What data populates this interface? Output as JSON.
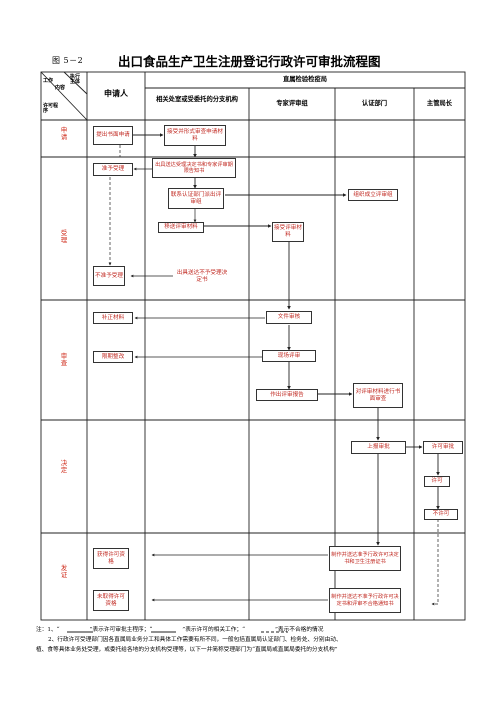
{
  "figure_no": "图 5－2",
  "title": "出口食品生产卫生注册登记行政许可审批流程图",
  "header": {
    "corner_work": "工作",
    "corner_content": "内容",
    "corner_executor": "执行主体",
    "corner_procedure": "许可程序",
    "applicant": "申请人",
    "bureau": "直属检验检疫局",
    "branch": "相关处室或受委托的分支机构",
    "expert": "专家评审组",
    "cert": "认证部门",
    "director": "主管局长"
  },
  "stages": {
    "apply": "申请",
    "accept": "受理",
    "review": "审查",
    "decide": "决定",
    "issue": "发证"
  },
  "boxes": {
    "submit": "提出书面申请",
    "receive": "接受并形式审查申请材料",
    "accept_app": "准予受理",
    "notice": "出具送达受理决定书和专家评审期限告知书",
    "contact_cert": "联系认证部门派出评审组",
    "form_team": "组织成立评审组",
    "transfer": "移送评审材料",
    "receive_review": "接受评审材料",
    "not_accept": "不准予受理",
    "not_accept_notice": "出具送达不予受理决定书",
    "supplement": "补正材料",
    "doc_review": "文件审核",
    "rectify": "限期整改",
    "site_review": "现场评审",
    "report": "作出评审报告",
    "cert_review": "对评审材料进行书面审查",
    "submit_approval": "上报审批",
    "approve_permit": "许可审批",
    "permit": "许可",
    "no_permit": "不许可",
    "obtain": "获得许可资格",
    "make_permit": "制作并送达准予行政许可决定书和卫生注册证书",
    "no_obtain": "未取得许可资格",
    "make_no_permit": "制作并送达不准予行政许可决定书和评审不合格通知书"
  },
  "notes": {
    "n1_prefix": "注：1、“",
    "n1_a": "”表示许可审批主程序；“",
    "n1_b": "”表示许可的相关工作；“",
    "n1_c": "”表示不合格的情况",
    "n2": "2、行政许可受理部门因各直属局业务分工和具体工作需要有所不同，一般包括直属局认证部门、检务处、分别由动、",
    "n3": "植、食等具体业务处受理，或委托给各地的分支机构受理等，以下一并简称受理部门为“直属局或直属局委托的分支机构”"
  },
  "colors": {
    "box_text": "#c02820",
    "stage_text": "#d03020",
    "line": "#333333"
  }
}
